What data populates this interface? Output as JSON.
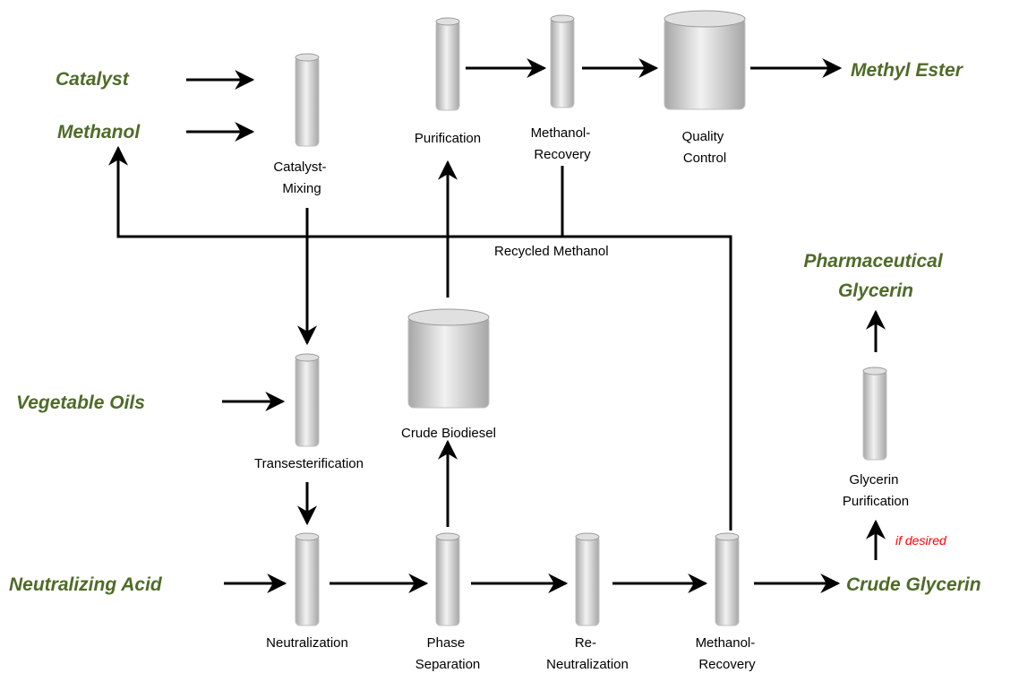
{
  "inputs": {
    "catalyst": "Catalyst",
    "methanol": "Methanol",
    "vegetable_oils": "Vegetable Oils",
    "neutralizing_acid": "Neutralizing Acid"
  },
  "outputs": {
    "methyl_ester": "Methyl Ester",
    "pharmaceutical_glycerin": [
      "Pharmaceutical",
      "Glycerin"
    ],
    "crude_glycerin": "Crude Glycerin"
  },
  "units": {
    "catalyst_mixing": [
      "Catalyst-",
      "Mixing"
    ],
    "purification": [
      "Purification"
    ],
    "methanol_recovery_top": [
      "Methanol-",
      "Recovery"
    ],
    "quality_control": [
      "Quality",
      "Control"
    ],
    "crude_biodiesel": [
      "Crude Biodiesel"
    ],
    "transesterification": [
      "Transesterification"
    ],
    "neutralization": [
      "Neutralization"
    ],
    "phase_separation": [
      "Phase",
      "Separation"
    ],
    "re_neutralization": [
      "Re-",
      "Neutralization"
    ],
    "methanol_recovery_bottom": [
      "Methanol-",
      "Recovery"
    ],
    "glycerin_purification": [
      "Glycerin",
      "Purification"
    ]
  },
  "annotations": {
    "recycled_methanol": "Recycled Methanol",
    "if_desired": "if desired"
  },
  "colors": {
    "input_output_text": "#4f6b28",
    "note_text": "#ff0000",
    "vessel_light": "#f2f2f2",
    "vessel_dark": "#a6a6a6"
  }
}
